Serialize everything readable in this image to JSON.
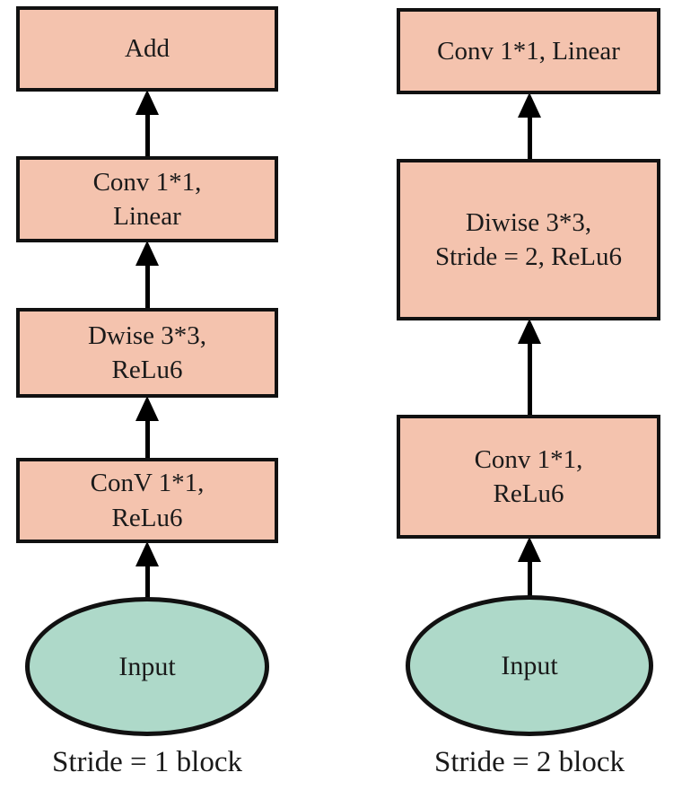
{
  "colors": {
    "box_fill": "#f4c3ae",
    "box_border": "#111111",
    "ellipse_fill": "#aed9c9",
    "arrow": "#000000",
    "text": "#1a1a1a",
    "background": "#ffffff"
  },
  "left_column": {
    "caption": "Stride = 1 block",
    "input_label": "Input",
    "blocks": [
      {
        "name": "add",
        "lines": [
          "Add"
        ]
      },
      {
        "name": "conv-linear",
        "lines": [
          "Conv 1*1,",
          "Linear"
        ]
      },
      {
        "name": "dwise",
        "lines": [
          "Dwise 3*3,",
          "ReLu6"
        ]
      },
      {
        "name": "conv-relu6",
        "lines": [
          "ConV 1*1,",
          "ReLu6"
        ]
      }
    ]
  },
  "right_column": {
    "caption": "Stride = 2 block",
    "input_label": "Input",
    "blocks": [
      {
        "name": "conv-linear",
        "lines": [
          "Conv 1*1, Linear"
        ]
      },
      {
        "name": "diwise",
        "lines": [
          "Diwise 3*3,",
          "Stride = 2, ReLu6"
        ]
      },
      {
        "name": "conv-relu6",
        "lines": [
          "Conv 1*1,",
          "ReLu6"
        ]
      }
    ]
  }
}
